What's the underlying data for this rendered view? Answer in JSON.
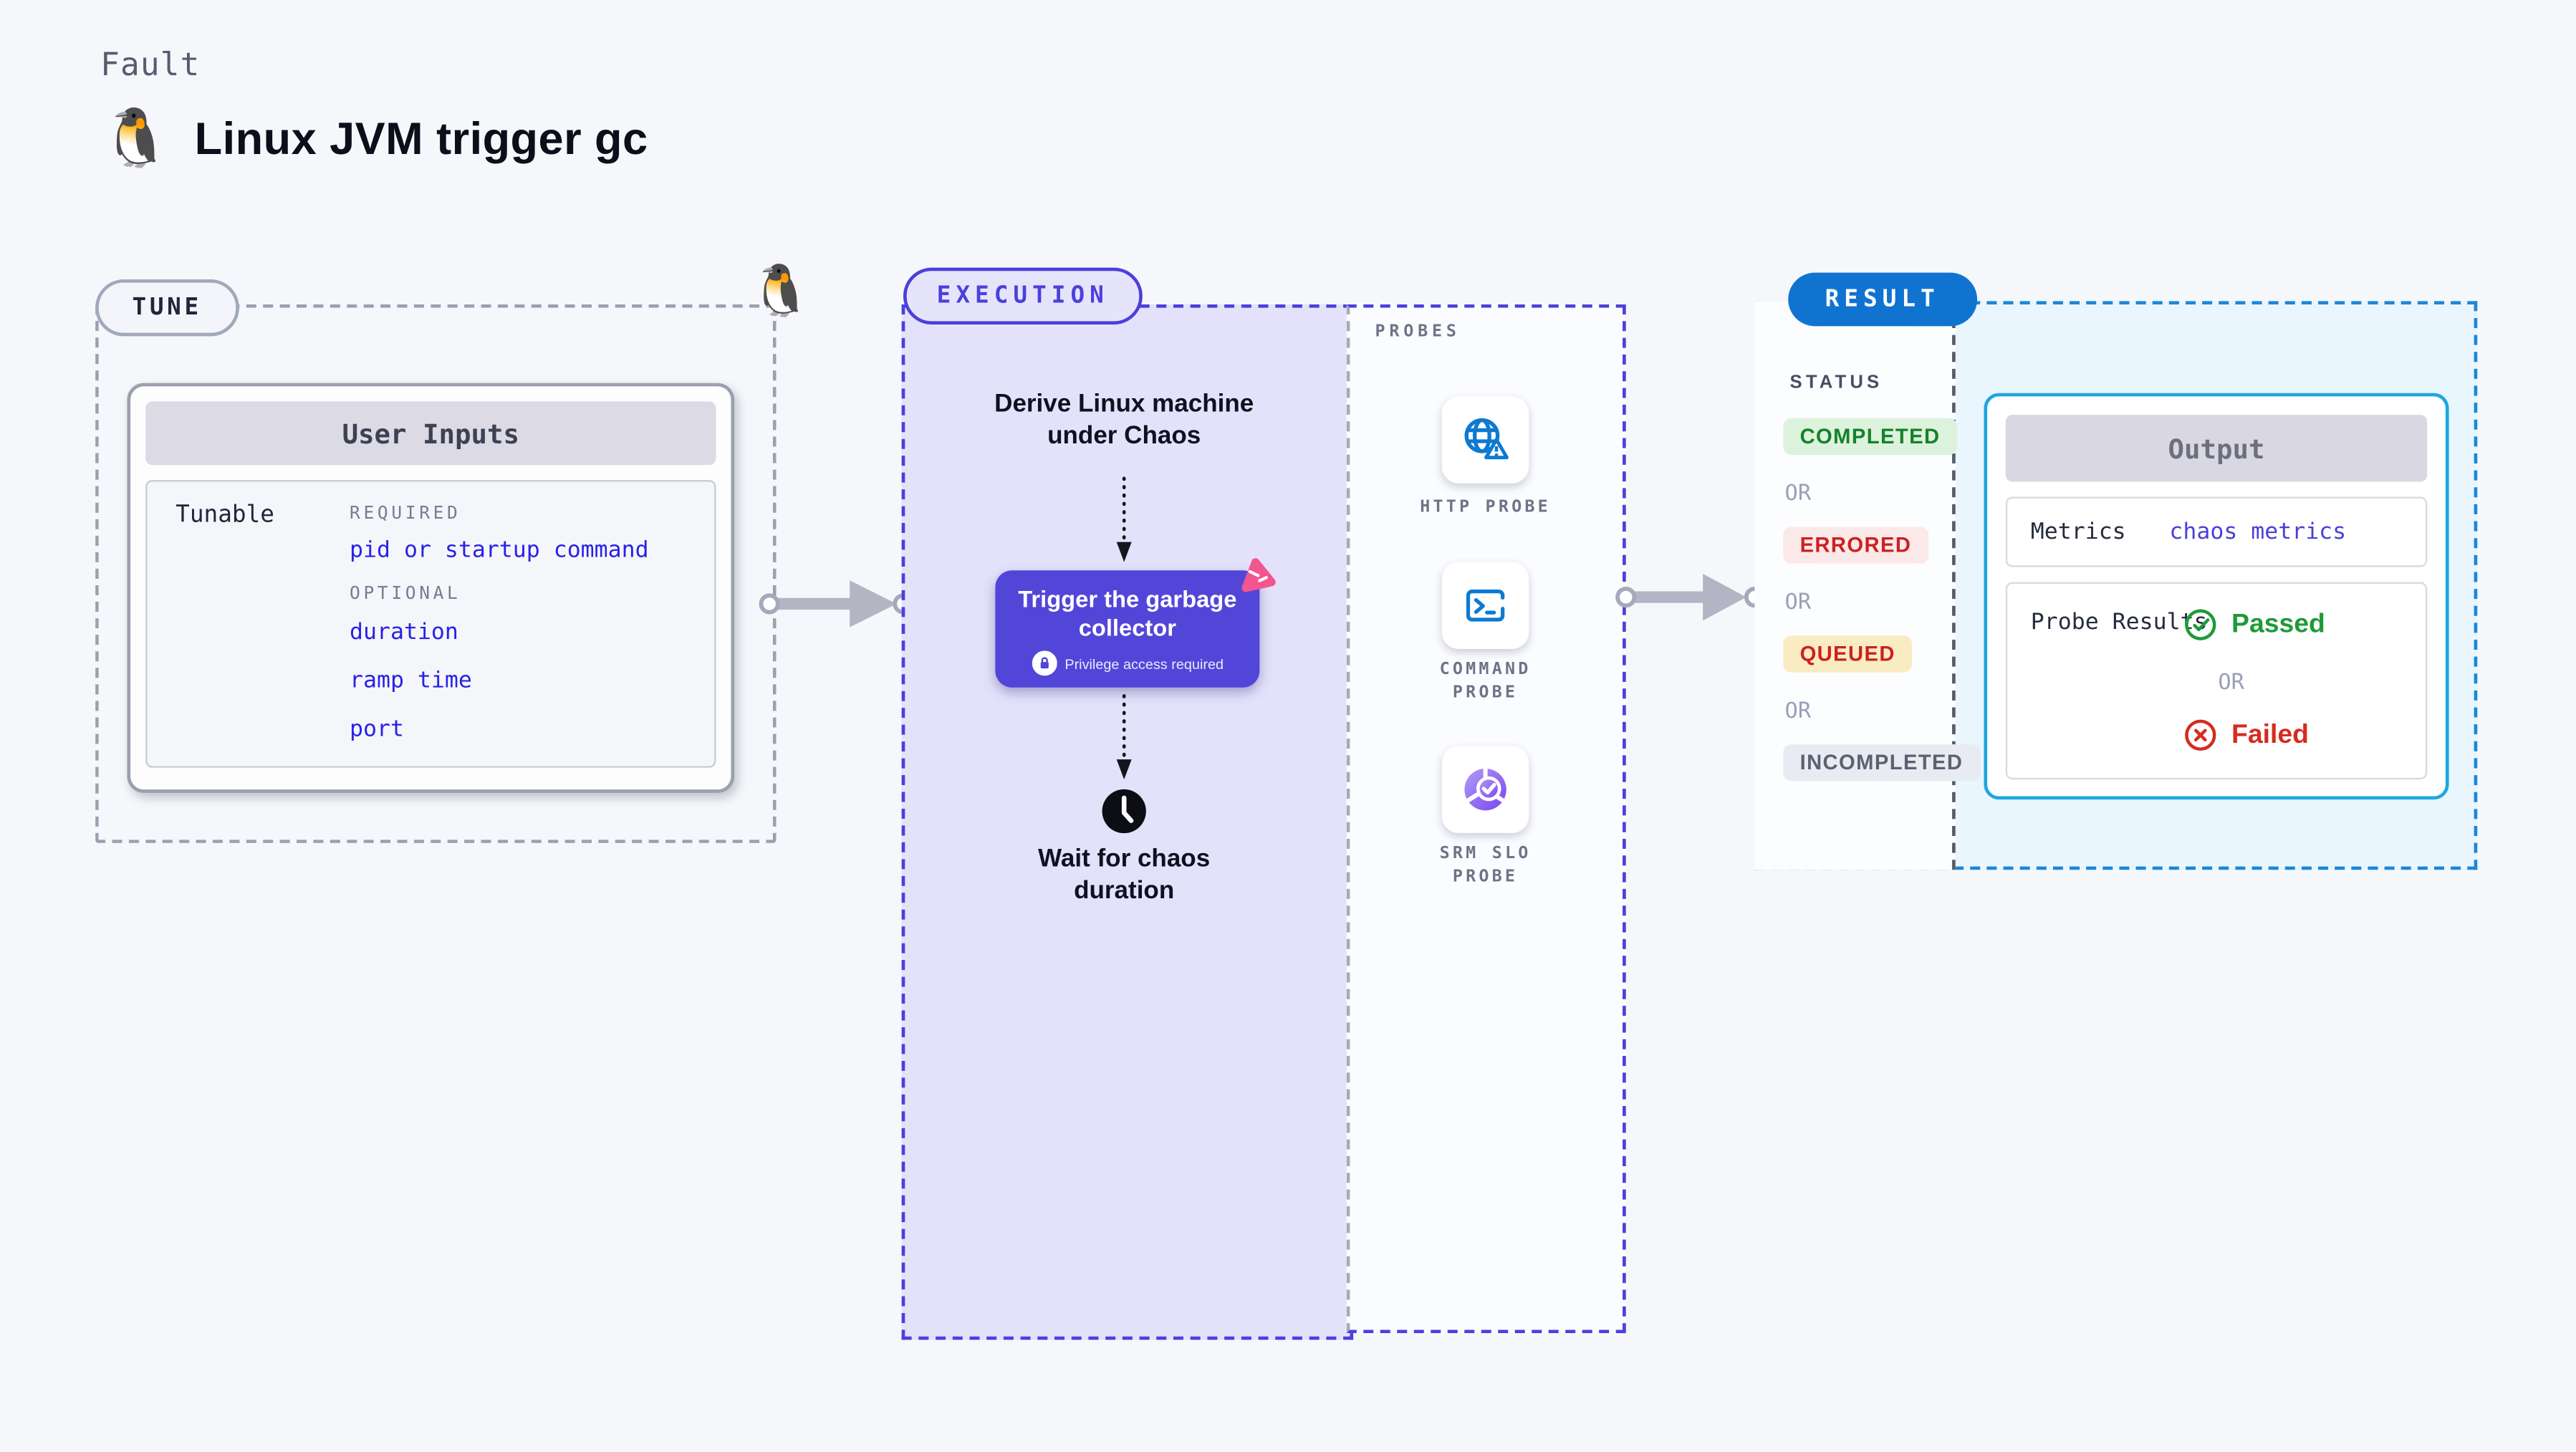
{
  "header": {
    "kicker": "Fault",
    "title": "Linux JVM trigger gc",
    "penguin_icon": "🐧"
  },
  "tune": {
    "badge": "TUNE",
    "penguin_icon": "🐧",
    "card_title": "User Inputs",
    "row_label": "Tunable",
    "required_label": "REQUIRED",
    "required_items": [
      "pid or startup command"
    ],
    "optional_label": "OPTIONAL",
    "optional_items": [
      "duration",
      "ramp time",
      "port"
    ]
  },
  "execution": {
    "badge": "EXECUTION",
    "derive_label": "Derive Linux machine under Chaos",
    "trigger_label": "Trigger the garbage collector",
    "privilege_label": "Privilege access required",
    "wait_label": "Wait for chaos duration"
  },
  "probes": {
    "label": "PROBES",
    "items": [
      {
        "label": "HTTP PROBE",
        "icon": "globe-alert-icon"
      },
      {
        "label": "COMMAND PROBE",
        "icon": "terminal-icon"
      },
      {
        "label": "SRM SLO PROBE",
        "icon": "slo-donut-icon"
      }
    ]
  },
  "result": {
    "badge": "RESULT",
    "status_label": "STATUS",
    "or_label": "OR",
    "statuses": [
      {
        "label": "COMPLETED",
        "bg": "#ddf2dc",
        "color": "#15822b"
      },
      {
        "label": "ERRORED",
        "bg": "#fbe9e9",
        "color": "#cc2121"
      },
      {
        "label": "QUEUED",
        "bg": "#f9ecc3",
        "color": "#cc2121"
      },
      {
        "label": "INCOMPLETED",
        "bg": "#e9ebf2",
        "color": "#5c6172"
      }
    ],
    "output": {
      "title": "Output",
      "metrics_label": "Metrics",
      "metrics_value": "chaos metrics",
      "probe_results_label": "Probe Results",
      "passed_label": "Passed",
      "failed_label": "Failed"
    }
  },
  "colors": {
    "page_bg": "#f6f7fb",
    "accent_indigo": "#4b40dc",
    "execution_bg": "#e4e2fa",
    "button_indigo": "#5246d9",
    "link_blue": "#2822e6",
    "result_blue": "#1173d0",
    "result_box_border": "#1b87d9",
    "output_border": "#1ba7e2",
    "probe_icon_blue": "#0d7ad2",
    "passed_green": "#1d9b37",
    "failed_red": "#d52b20",
    "arrow_gray": "#b4b5c4",
    "chaos_pink": "#f3558e"
  }
}
